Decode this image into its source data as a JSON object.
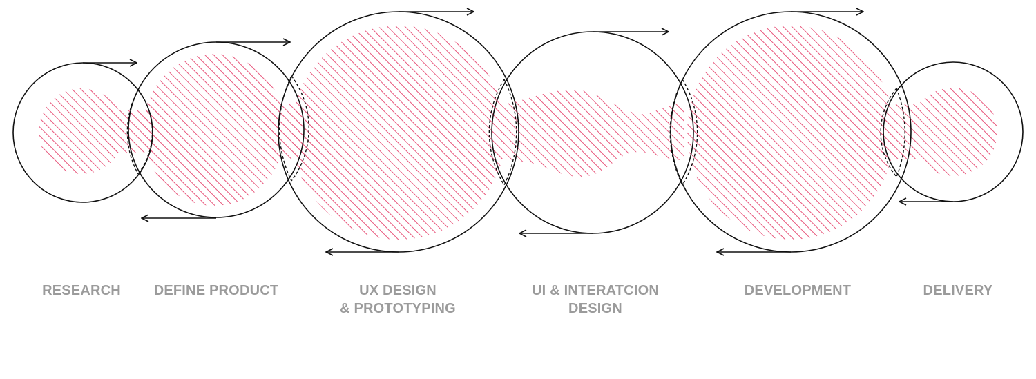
{
  "colors": {
    "hatch": "#e8577c",
    "outline": "#111111",
    "label": "#9b9b9b"
  },
  "stages": [
    {
      "id": "research",
      "lines": [
        "RESEARCH"
      ]
    },
    {
      "id": "define-product",
      "lines": [
        "DEFINE PRODUCT"
      ]
    },
    {
      "id": "ux-design",
      "lines": [
        "UX DESIGN",
        "& PROTOTYPING"
      ]
    },
    {
      "id": "ui-interaction-design",
      "lines": [
        "UI & INTERATCION",
        "DESIGN"
      ]
    },
    {
      "id": "development",
      "lines": [
        "DEVELOPMENT"
      ]
    },
    {
      "id": "delivery",
      "lines": [
        "DELIVERY"
      ]
    }
  ]
}
